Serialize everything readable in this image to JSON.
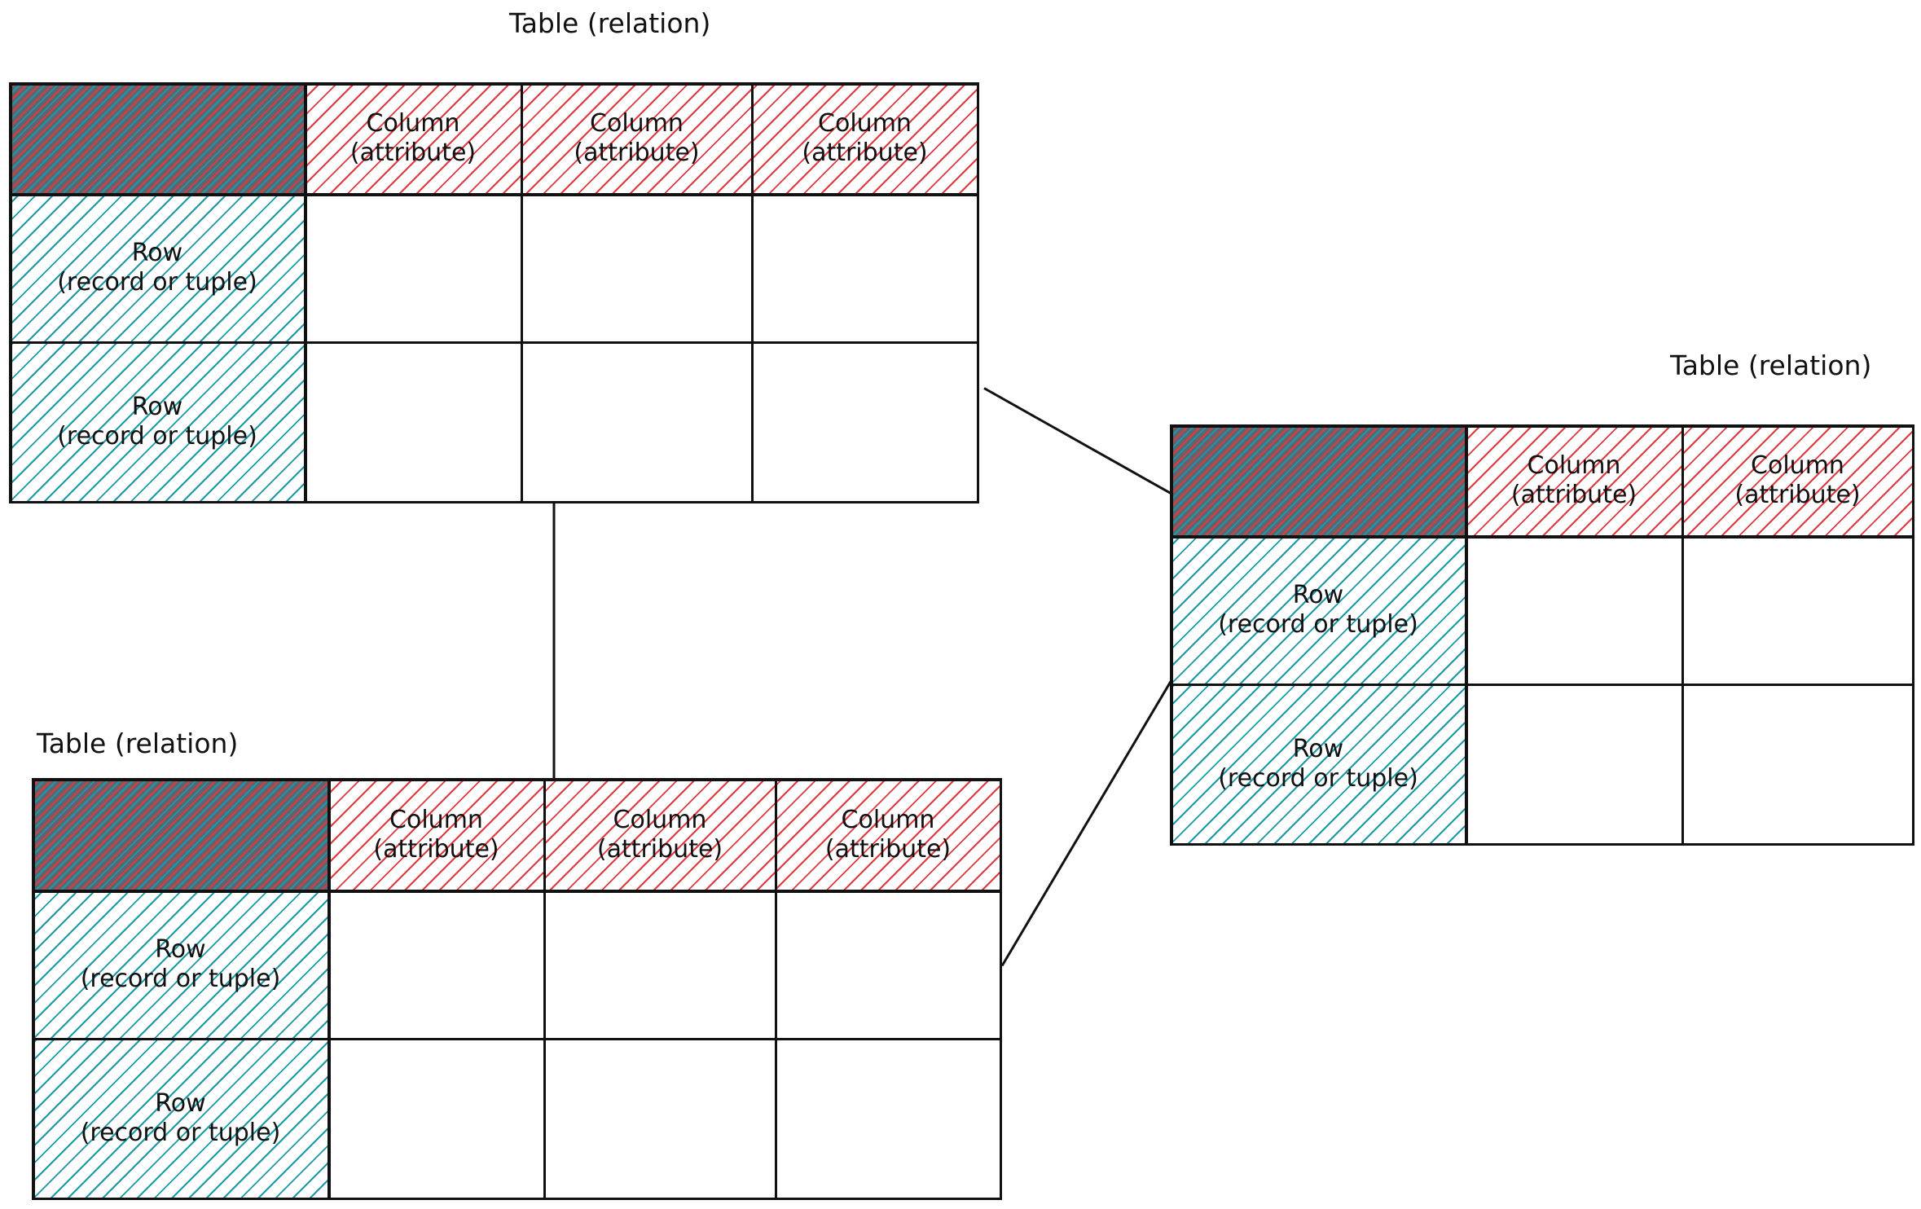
{
  "tables": [
    {
      "id": "top",
      "label": "Table (relation)",
      "columns": [
        {
          "line1": "Column",
          "line2": "(attribute)"
        },
        {
          "line1": "Column",
          "line2": "(attribute)"
        },
        {
          "line1": "Column",
          "line2": "(attribute)"
        }
      ],
      "rows": [
        {
          "line1": "Row",
          "line2": "(record or tuple)"
        },
        {
          "line1": "Row",
          "line2": "(record or tuple)"
        }
      ]
    },
    {
      "id": "right",
      "label": "Table (relation)",
      "columns": [
        {
          "line1": "Column",
          "line2": "(attribute)"
        },
        {
          "line1": "Column",
          "line2": "(attribute)"
        }
      ],
      "rows": [
        {
          "line1": "Row",
          "line2": "(record or tuple)"
        },
        {
          "line1": "Row",
          "line2": "(record or tuple)"
        }
      ]
    },
    {
      "id": "bottom",
      "label": "Table (relation)",
      "columns": [
        {
          "line1": "Column",
          "line2": "(attribute)"
        },
        {
          "line1": "Column",
          "line2": "(attribute)"
        },
        {
          "line1": "Column",
          "line2": "(attribute)"
        }
      ],
      "rows": [
        {
          "line1": "Row",
          "line2": "(record or tuple)"
        },
        {
          "line1": "Row",
          "line2": "(record or tuple)"
        }
      ]
    }
  ],
  "colors": {
    "column_hatch": "#e0393e",
    "row_hatch": "#1a9aa6",
    "corner_fill": "#5e6570",
    "lines": "#111111"
  }
}
